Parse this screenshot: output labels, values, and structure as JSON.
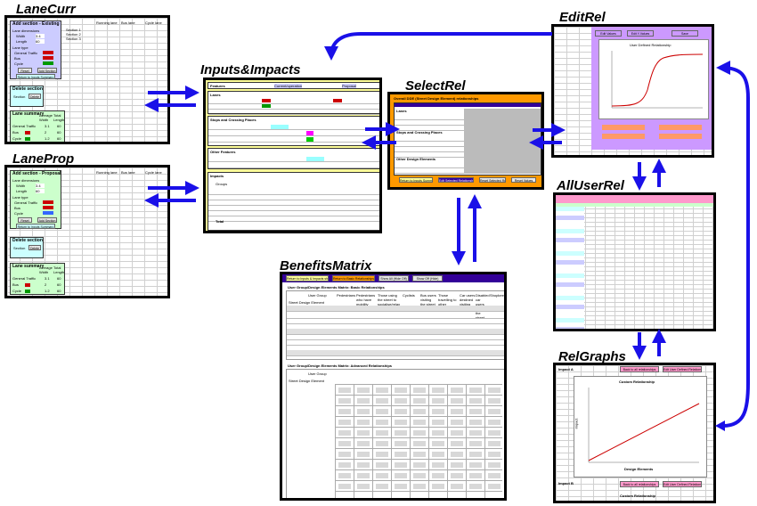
{
  "labels": {
    "lanecurr": "LaneCurr",
    "laneprop": "LaneProp",
    "inputs_impacts": "Inputs&Impacts",
    "selectrel": "SelectRel",
    "editrel": "EditRel",
    "alluserrel": "AllUserRel",
    "benefitsmatrix": "BenefitsMatrix",
    "relgraphs": "RelGraphs"
  },
  "lanecurr": {
    "header_cols": [
      "Running lane",
      "Bus lane",
      "Cycle lane"
    ],
    "sub_cols": [
      "Width",
      "Length",
      "Width",
      "Length",
      "Width",
      "Length"
    ],
    "sections": [
      "Section 1",
      "Section 2",
      "Section 3"
    ],
    "add_title": "Add section - Existing",
    "lane_dimensions": "Lane dimensions",
    "width": "Width",
    "width_val": "3.4",
    "length": "Length",
    "length_val": "60",
    "lane_type": "Lane type",
    "general_traffic": "General Traffic",
    "bus": "Bus",
    "cycle": "Cycle",
    "reset": "Reset",
    "add_section": "Add Section",
    "return_btn": "Return to Inputs Summary",
    "delete_title": "Delete section",
    "section": "Section",
    "delete": "Delete",
    "summary_title": "Lane summary",
    "avg_width": "Average Width",
    "total_length": "Total Length",
    "summary_rows": [
      {
        "name": "General Traffic",
        "w": "3.1",
        "l": "60"
      },
      {
        "name": "Bus",
        "w": "2",
        "l": "60"
      },
      {
        "name": "Cycle",
        "w": "1.2",
        "l": "60"
      }
    ]
  },
  "laneprop": {
    "header_cols": [
      "Running lane",
      "Bus lane",
      "Cycle lane"
    ],
    "sub_cols": [
      "Width",
      "Length",
      "Width",
      "Length",
      "Width",
      "Length"
    ],
    "add_title": "Add section - Proposal",
    "lane_dimensions": "Lane dimensions",
    "width": "Width",
    "width_val": "3.4",
    "length": "Length",
    "length_val": "60",
    "lane_type": "Lane type",
    "general_traffic": "General Traffic",
    "bus": "Bus",
    "cycle": "Cycle",
    "reset": "Reset",
    "add_section": "Add Section",
    "return_btn": "Return to Inputs Summary",
    "delete_title": "Delete section",
    "section": "Section",
    "delete": "Delete",
    "summary_title": "Lane summary",
    "avg_width": "Average Width",
    "total_length": "Total Length",
    "summary_rows": [
      {
        "name": "General Traffic",
        "w": "3.1",
        "l": "60"
      },
      {
        "name": "Bus",
        "w": "2",
        "l": "60"
      },
      {
        "name": "Cycle",
        "w": "1.2",
        "l": "60"
      }
    ]
  },
  "inputs": {
    "features": "Features",
    "current": "Current/operation",
    "proposal": "Proposal",
    "lanes": "Lanes",
    "stops_crossing": "Stops and Crossing Places",
    "other_features": "Other Features",
    "impacts": "Impacts",
    "groups": "Groups",
    "total": "Total"
  },
  "selectrel": {
    "title": "Overall DDE (Street Design Element) relationships",
    "lanes": "Lanes",
    "stops": "Stops and Crossing Places",
    "other": "Other Design Elements",
    "buttons": [
      "Return to Inputs Summary",
      "Edit Selected Relationships",
      "Reset Selected Rels",
      "Reset Values"
    ]
  },
  "editrel": {
    "chart_title": "User Defined Relationship",
    "buttons": [
      "Edit Values",
      "Edit Y-Values",
      "Save"
    ]
  },
  "relgraphs": {
    "impact_a": "Impact A",
    "impact_b": "Impact B",
    "back_btn": "Back to all relationships",
    "edit_btn": "Edit User Defined Relationship",
    "chart_title": "Custom Relationship",
    "xlabel": "Design Elements",
    "ylabel": "Impact"
  },
  "benefits": {
    "tabs": [
      "Return to Inputs & Impacts sheet",
      "Return to Basic Relationships",
      "Show All (Hide Off)",
      "Show Off (Hide)"
    ],
    "basic_title": "User Group/Design Elements Matrix: Basic Relationships",
    "advanced_title": "User Group/Design Elements Matrix: Advanced Relationships",
    "user_group": "User Group",
    "street_design": "Street Design Element",
    "cols": [
      "Pedestrians",
      "Pedestrians who have mobility difficulties",
      "Those using the street to socialise/relax",
      "Cyclists",
      "Bus users visiting the street",
      "Those travelling to other destinations",
      "Car users destined visiting the street",
      "Disabled car users visiting the street",
      "Shopkeepers"
    ]
  },
  "colors": {
    "arrow": "#1a10e8",
    "inputs_bg": "#ffff99",
    "selectrel_bg": "#ff9900",
    "editrel_bg": "#cc99ff",
    "lanecurr_panel": "#ccccff",
    "laneprop_panel": "#ccffcc",
    "graph_line": "#cc0000"
  }
}
